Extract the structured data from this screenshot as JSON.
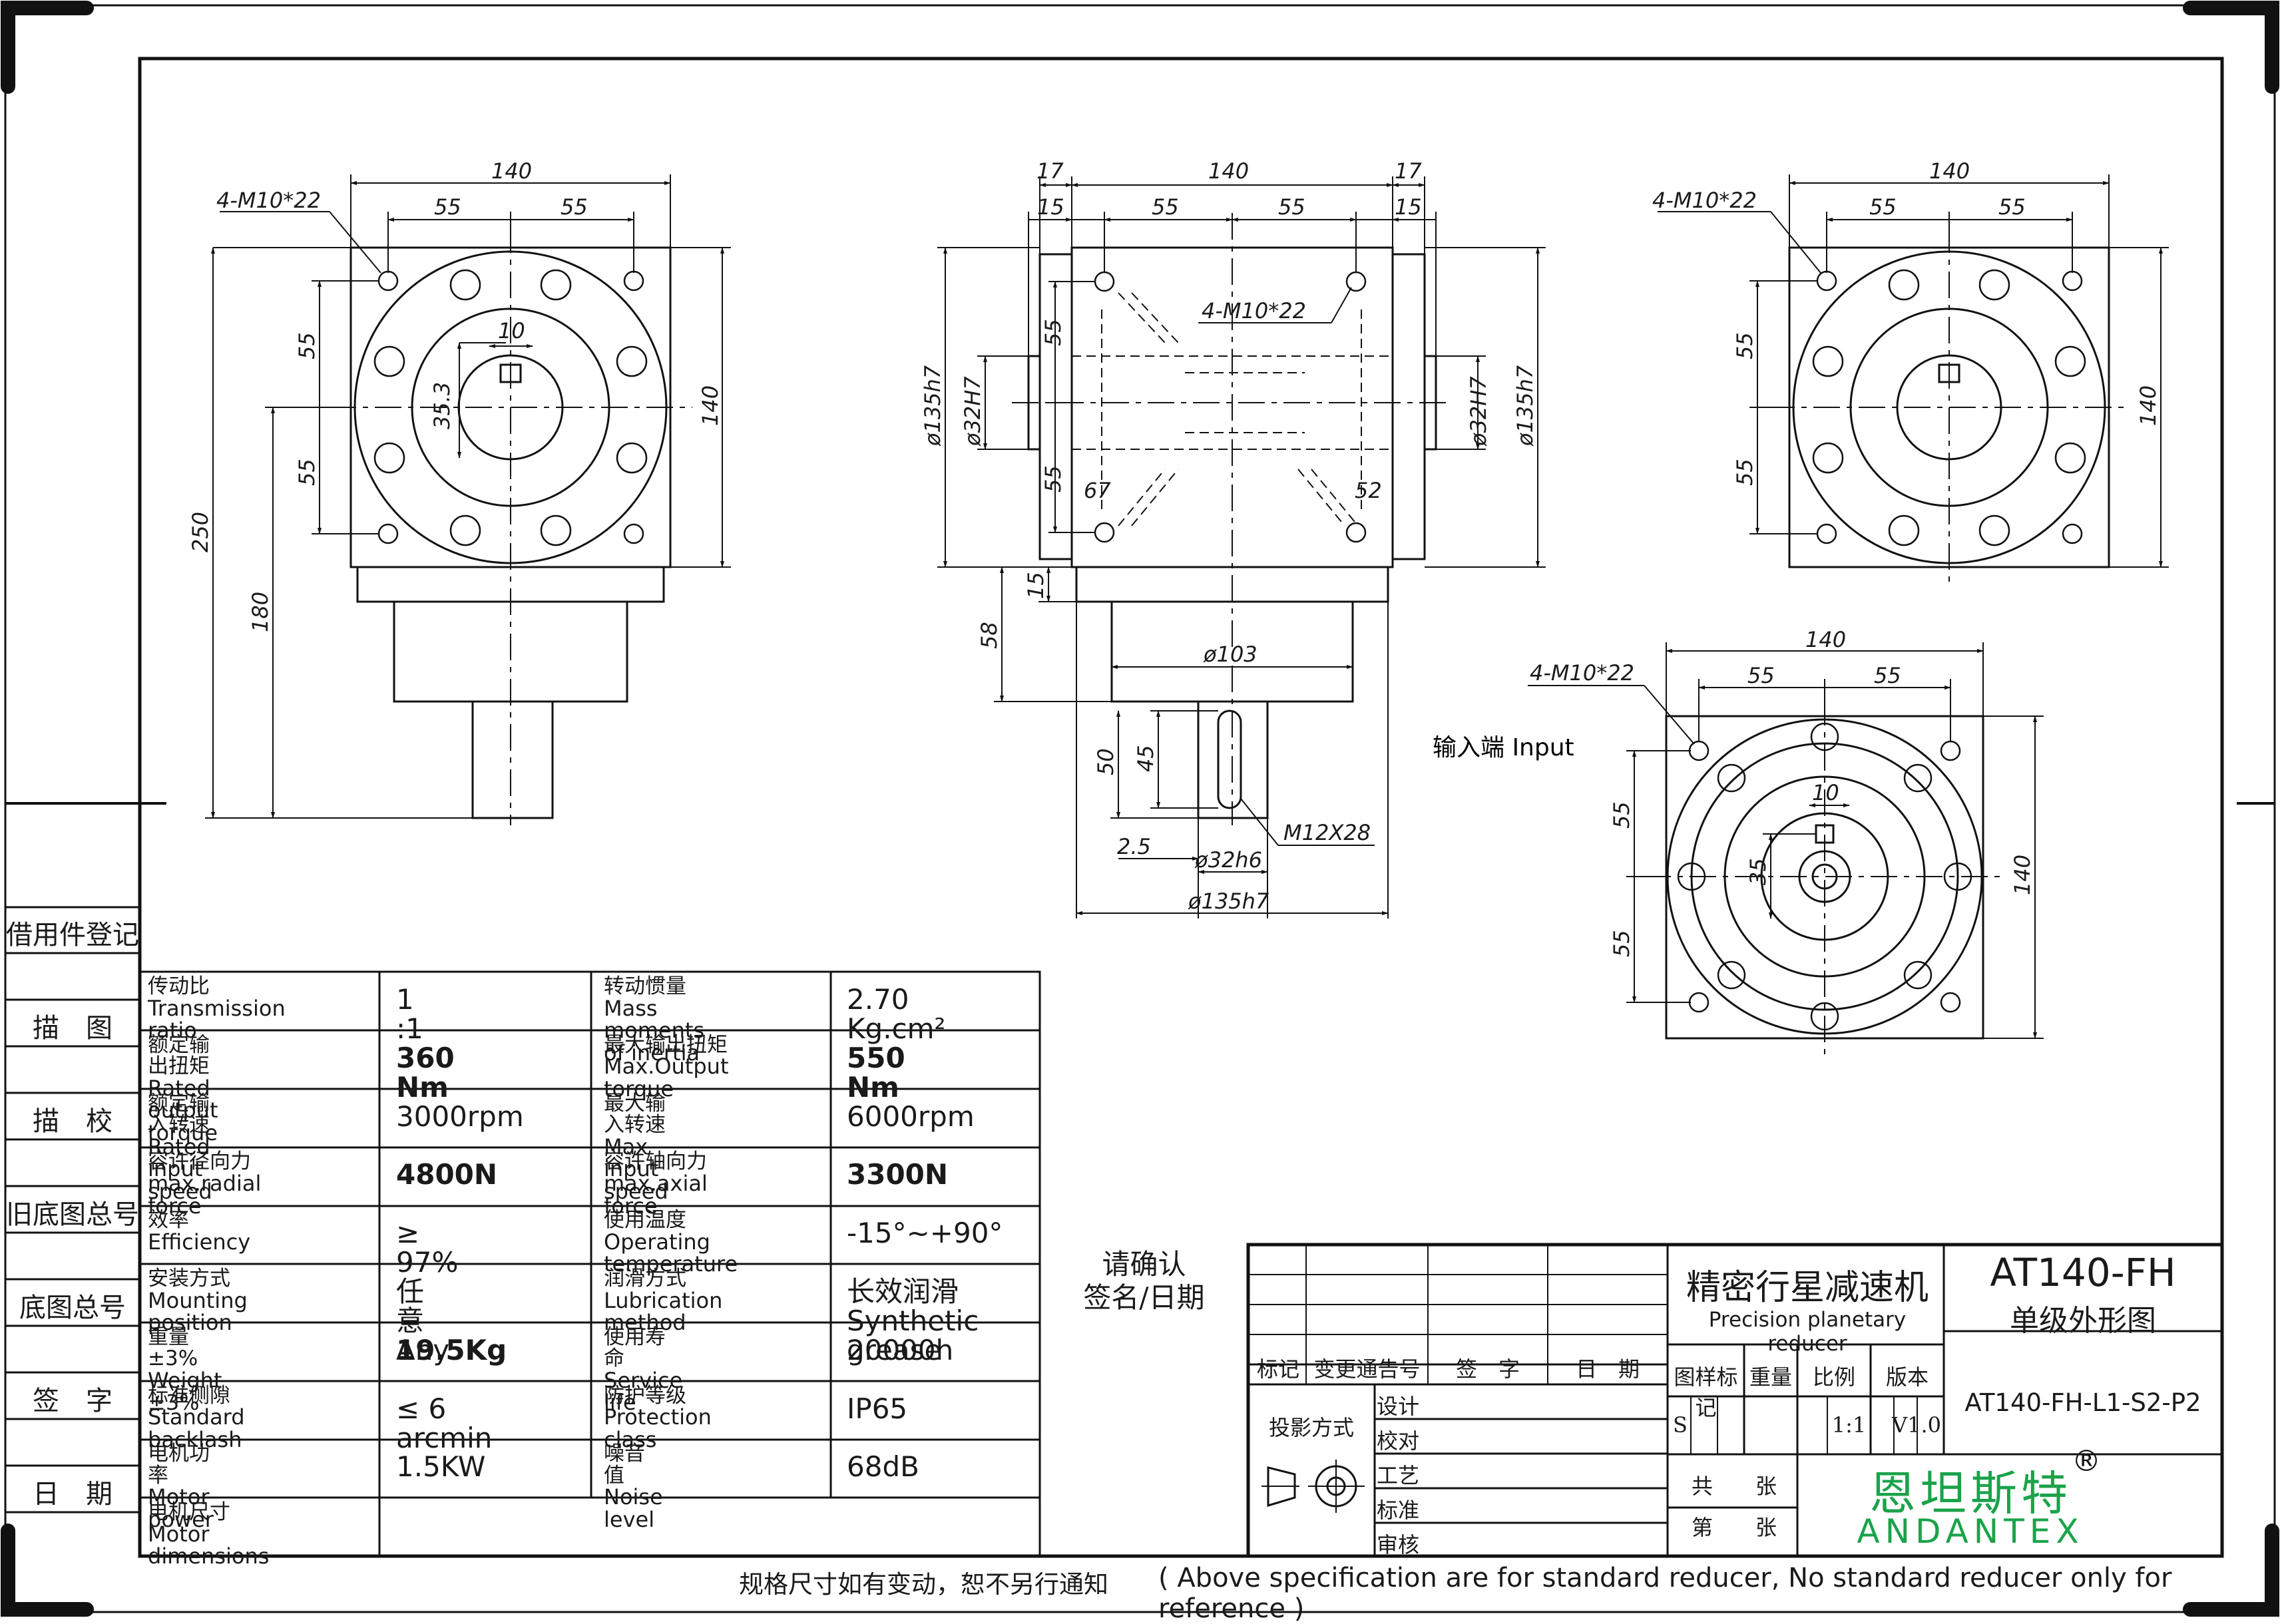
{
  "drawing": {
    "left_view": {
      "holes_note": "4-M10*22",
      "width": "140",
      "pitch_a": "55",
      "pitch_b": "55",
      "vpitch_a": "55",
      "vpitch_b": "55",
      "height_right": "140",
      "key_w": "10",
      "key_h": "35.3",
      "overall_h": "250",
      "lower_h": "180"
    },
    "front_view": {
      "top_l": "17",
      "top_mid": "140",
      "top_r": "17",
      "sub_l": "15",
      "sub_a": "55",
      "sub_b": "55",
      "sub_r": "15",
      "holes_note": "4-M10*22",
      "v55a": "55",
      "v55b": "55",
      "d135_l": "ø135h7",
      "d32_l": "ø32H7",
      "d32_r": "ø32H7",
      "d135_r": "ø135h7",
      "angle_l": "67",
      "angle_r": "52",
      "flange": "15",
      "body": "58",
      "dia103": "ø103",
      "shaft50": "50",
      "shaft45": "45",
      "step": "2.5",
      "thread": "M12X28",
      "shaft_d": "ø32h6",
      "pilot_d": "ø135h7"
    },
    "right_view": {
      "holes_note": "4-M10*22",
      "width": "140",
      "pitch_a": "55",
      "pitch_b": "55",
      "vpitch_a": "55",
      "vpitch_b": "55",
      "height_right": "140"
    },
    "input_view": {
      "label": "输入端  Input",
      "holes_note": "4-M10*22",
      "width": "140",
      "pitch_a": "55",
      "pitch_b": "55",
      "vpitch_a": "55",
      "vpitch_b": "55",
      "height_right": "140",
      "key_w": "10",
      "key_h": "35"
    }
  },
  "side_labels": [
    "借用件登记",
    "描　图",
    "描　校",
    "旧底图总号",
    "底图总号",
    "签　字",
    "日　期"
  ],
  "specs": [
    {
      "l_zh": "传动比",
      "l_en": "Transmission ratio",
      "l_val": "1 :1",
      "l_bold": false,
      "r_zh": "转动惯量",
      "r_en": "Mass moments of inertia",
      "r_val": "2.70 Kg.cm²",
      "r_bold": false
    },
    {
      "l_zh": "额定输出扭矩",
      "l_en": "Rated output torque",
      "l_val": "360 Nm",
      "l_bold": true,
      "r_zh": "最大输出扭矩",
      "r_en": "Max.Output torque",
      "r_val": "550 Nm",
      "r_bold": true
    },
    {
      "l_zh": "额定输入转速",
      "l_en": "Rated input speed",
      "l_val": "3000rpm",
      "l_bold": false,
      "r_zh": "最大输入转速",
      "r_en": "Max input speed",
      "r_val": "6000rpm",
      "r_bold": false
    },
    {
      "l_zh": "容许径向力",
      "l_en": "max.radial force",
      "l_val": "4800N",
      "l_bold": true,
      "r_zh": "容许轴向力",
      "r_en": "max.axial  force",
      "r_val": "3300N",
      "r_bold": true
    },
    {
      "l_zh": "效率",
      "l_en": "Efficiency",
      "l_val": "≥ 97%",
      "l_bold": false,
      "r_zh": "使用温度",
      "r_en": "Operating temperature",
      "r_val": "-15°~+90°",
      "r_bold": false
    },
    {
      "l_zh": "安装方式",
      "l_en": "Mounting position",
      "l_val": "任意 Any",
      "l_bold": false,
      "r_zh": "润滑方式",
      "r_en": "Lubrication method",
      "r_val": "长效润滑 Synthetic grease",
      "r_bold": false
    },
    {
      "l_zh": "重量 ±3%",
      "l_en": "Weight ±3%",
      "l_val": "19.5Kg",
      "l_bold": true,
      "r_zh": "使用寿命",
      "r_en": "Service life",
      "r_val": "20000h",
      "r_bold": false
    },
    {
      "l_zh": "标准侧隙",
      "l_en": "Standard backlash",
      "l_val": "≤ 6 arcmin",
      "l_bold": false,
      "r_zh": "防护等级",
      "r_en": "Protection class",
      "r_val": "IP65",
      "r_bold": false
    },
    {
      "l_zh": "电机功率",
      "l_en": "Motor power",
      "l_val": "1.5KW",
      "l_bold": false,
      "r_zh": "噪音值",
      "r_en": "Noise level",
      "r_val": "68dB",
      "r_bold": false
    },
    {
      "l_zh": "电机尺寸",
      "l_en": "Motor dimensions",
      "l_val": "",
      "l_bold": false,
      "r_zh": "",
      "r_en": "",
      "r_val": "",
      "r_bold": false
    }
  ],
  "confirm": {
    "line1": "请确认",
    "line2": "签名/日期"
  },
  "title_block": {
    "product_zh": "精密行星减速机",
    "product_en": "Precision planetary reducer",
    "model": "AT140-FH",
    "view_name": "单级外形图",
    "hdr_mark": "标记",
    "hdr_change": "变更通告号",
    "hdr_sign": "签　字",
    "hdr_date": "日　期",
    "projection": "投影方式",
    "design": "设计",
    "check": "校对",
    "process": "工艺",
    "standard": "标准",
    "audit": "审核",
    "pattern_mark": "图样标记",
    "weight": "重量",
    "scale": "比例",
    "version": "版本",
    "pattern_val": "S",
    "scale_val": "1:1",
    "version_val": "V1.0",
    "drawing_no": "AT140-FH-L1-S2-P2",
    "total_sheets": "共　　张",
    "sheet_no": "第　　张",
    "company_zh": "恩坦斯特",
    "company_en": "ANDANTEX",
    "reg": "®"
  },
  "footer": {
    "note_zh": "规格尺寸如有变动，恕不另行通知",
    "note_en": "( Above specification are for standard reducer, No standard reducer only for reference )"
  }
}
